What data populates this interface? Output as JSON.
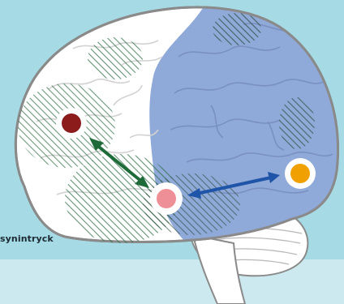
{
  "labels": {
    "visual_area": "synintryck"
  },
  "colors": {
    "background": "#a6dbe5",
    "bottom_band": "#cbe9ef",
    "brain_left_fill": "#ffffff",
    "brain_right_fill": "#8fa9d8",
    "brain_outline": "#8a8a8a",
    "hatch_green": "#2e6e45",
    "arrow_green": "#1e6b3a",
    "arrow_blue": "#1f55a8",
    "node_red": "#8c1c1c",
    "node_pink": "#ee8e97",
    "node_orange": "#f0a100"
  },
  "icons": {
    "node_red": "circle-dot",
    "node_pink": "circle-dot",
    "node_orange": "circle-dot",
    "arrow_green": "double-headed-arrow",
    "arrow_blue": "double-headed-arrow"
  }
}
